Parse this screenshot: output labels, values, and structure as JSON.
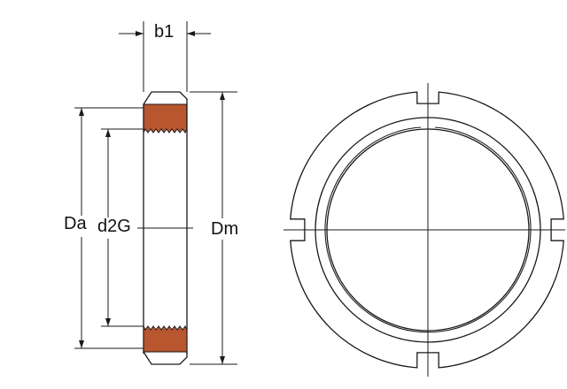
{
  "labels": {
    "b1": "b1",
    "da": "Da",
    "d2g": "d2G",
    "dm": "Dm"
  },
  "colors": {
    "line": "#1a1a1a",
    "thread_fill": "#b8562f",
    "background": "#ffffff"
  }
}
